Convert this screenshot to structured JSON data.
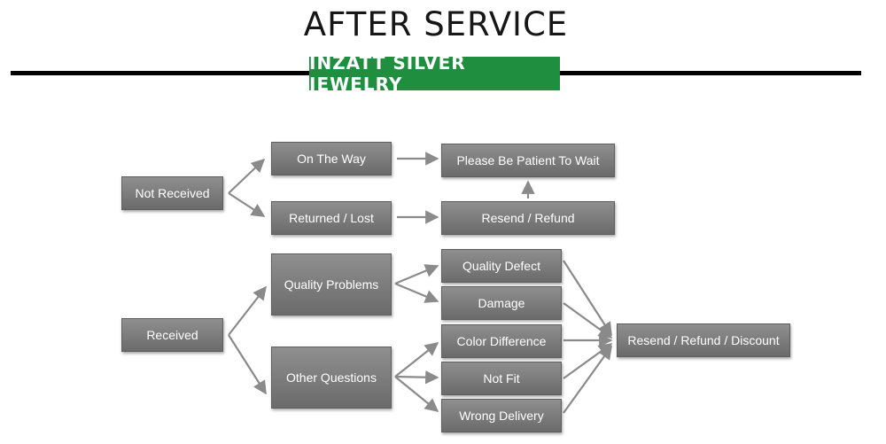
{
  "header": {
    "title": "AFTER SERVICE",
    "banner": "INZATT SILVER JEWELRY"
  },
  "colors": {
    "banner_bg": "#1f8f3f",
    "box_fill": "#7a7a7a",
    "arrow": "#8a8a8a",
    "rule": "#000000"
  },
  "nodes": {
    "not_received": "Not Received",
    "on_the_way": "On The Way",
    "returned_lost": "Returned / Lost",
    "please_wait": "Please Be Patient To Wait",
    "resend_refund": "Resend / Refund",
    "received": "Received",
    "quality_problems": "Quality Problems",
    "other_questions": "Other Questions",
    "quality_defect": "Quality Defect",
    "damage": "Damage",
    "color_difference": "Color Difference",
    "not_fit": "Not Fit",
    "wrong_delivery": "Wrong Delivery",
    "resend_refund_discount": "Resend / Refund / Discount"
  }
}
